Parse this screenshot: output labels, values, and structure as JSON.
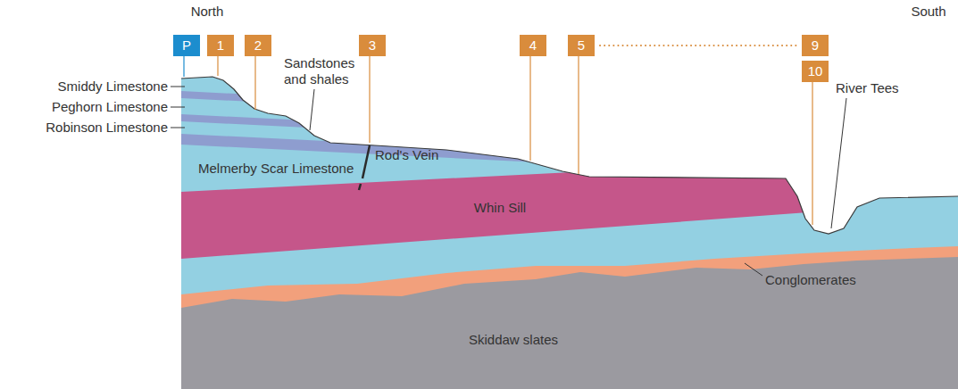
{
  "diagram": {
    "nodes": [
      {
        "text": [
          "P"
        ]
      },
      {
        "text": [
          "1"
        ]
      },
      {
        "text": [
          "2"
        ]
      },
      {
        "text": [
          "3"
        ]
      },
      {
        "text": [
          "4"
        ]
      },
      {
        "text": [
          "5"
        ]
      },
      {
        "text": [
          "9"
        ]
      },
      {
        "text": [
          "10"
        ]
      }
    ],
    "edges": [
      {
        "from": 5,
        "to": 6,
        "arrow": "none"
      }
    ],
    "labels": [
      "North",
      "South",
      "Smiddy Limestone",
      "Peghorn Limestone",
      "Robinson Limestone",
      "Sandstones and shales",
      "Rod's Vein",
      "Melmerby Scar Limestone",
      "Whin Sill",
      "River Tees",
      "Conglomerates",
      "Skiddaw slates"
    ]
  }
}
